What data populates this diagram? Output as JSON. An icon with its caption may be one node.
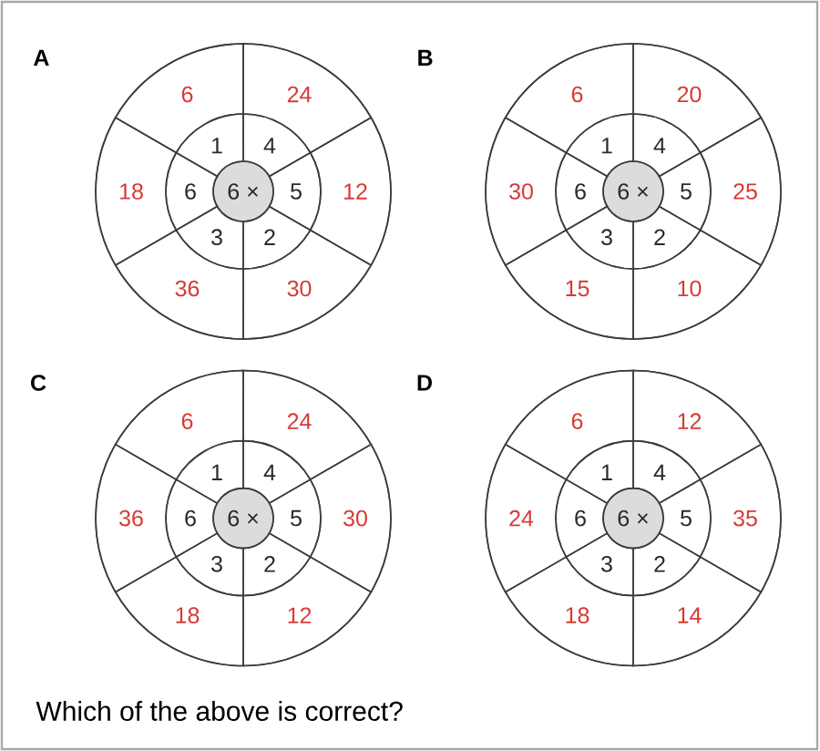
{
  "diagram": {
    "nodes": [
      {
        "text": [
          "A"
        ]
      },
      {
        "text": [
          "6 ×"
        ],
        "in": 0
      },
      {
        "text": [
          "1"
        ],
        "in": 0
      },
      {
        "text": [
          "4"
        ],
        "in": 0
      },
      {
        "text": [
          "5"
        ],
        "in": 0
      },
      {
        "text": [
          "2"
        ],
        "in": 0
      },
      {
        "text": [
          "3"
        ],
        "in": 0
      },
      {
        "text": [
          "6"
        ],
        "in": 0
      },
      {
        "text": [
          "6"
        ],
        "in": 0
      },
      {
        "text": [
          "24"
        ],
        "in": 0
      },
      {
        "text": [
          "12"
        ],
        "in": 0
      },
      {
        "text": [
          "30"
        ],
        "in": 0
      },
      {
        "text": [
          "36"
        ],
        "in": 0
      },
      {
        "text": [
          "18"
        ],
        "in": 0
      },
      {
        "text": [
          "B"
        ]
      },
      {
        "text": [
          "6 ×"
        ],
        "in": 14
      },
      {
        "text": [
          "1"
        ],
        "in": 14
      },
      {
        "text": [
          "4"
        ],
        "in": 14
      },
      {
        "text": [
          "5"
        ],
        "in": 14
      },
      {
        "text": [
          "2"
        ],
        "in": 14
      },
      {
        "text": [
          "3"
        ],
        "in": 14
      },
      {
        "text": [
          "6"
        ],
        "in": 14
      },
      {
        "text": [
          "6"
        ],
        "in": 14
      },
      {
        "text": [
          "20"
        ],
        "in": 14
      },
      {
        "text": [
          "25"
        ],
        "in": 14
      },
      {
        "text": [
          "10"
        ],
        "in": 14
      },
      {
        "text": [
          "15"
        ],
        "in": 14
      },
      {
        "text": [
          "30"
        ],
        "in": 14
      },
      {
        "text": [
          "C"
        ]
      },
      {
        "text": [
          "6 ×"
        ],
        "in": 28
      },
      {
        "text": [
          "1"
        ],
        "in": 28
      },
      {
        "text": [
          "4"
        ],
        "in": 28
      },
      {
        "text": [
          "5"
        ],
        "in": 28
      },
      {
        "text": [
          "2"
        ],
        "in": 28
      },
      {
        "text": [
          "3"
        ],
        "in": 28
      },
      {
        "text": [
          "6"
        ],
        "in": 28
      },
      {
        "text": [
          "6"
        ],
        "in": 28
      },
      {
        "text": [
          "24"
        ],
        "in": 28
      },
      {
        "text": [
          "30"
        ],
        "in": 28
      },
      {
        "text": [
          "12"
        ],
        "in": 28
      },
      {
        "text": [
          "18"
        ],
        "in": 28
      },
      {
        "text": [
          "36"
        ],
        "in": 28
      },
      {
        "text": [
          "D"
        ]
      },
      {
        "text": [
          "6 ×"
        ],
        "in": 42
      },
      {
        "text": [
          "1"
        ],
        "in": 42
      },
      {
        "text": [
          "4"
        ],
        "in": 42
      },
      {
        "text": [
          "5"
        ],
        "in": 42
      },
      {
        "text": [
          "2"
        ],
        "in": 42
      },
      {
        "text": [
          "3"
        ],
        "in": 42
      },
      {
        "text": [
          "6"
        ],
        "in": 42
      },
      {
        "text": [
          "6"
        ],
        "in": 42
      },
      {
        "text": [
          "12"
        ],
        "in": 42
      },
      {
        "text": [
          "35"
        ],
        "in": 42
      },
      {
        "text": [
          "14"
        ],
        "in": 42
      },
      {
        "text": [
          "18"
        ],
        "in": 42
      },
      {
        "text": [
          "24"
        ],
        "in": 42
      }
    ],
    "labels": [
      "Which of the above is correct?"
    ]
  }
}
